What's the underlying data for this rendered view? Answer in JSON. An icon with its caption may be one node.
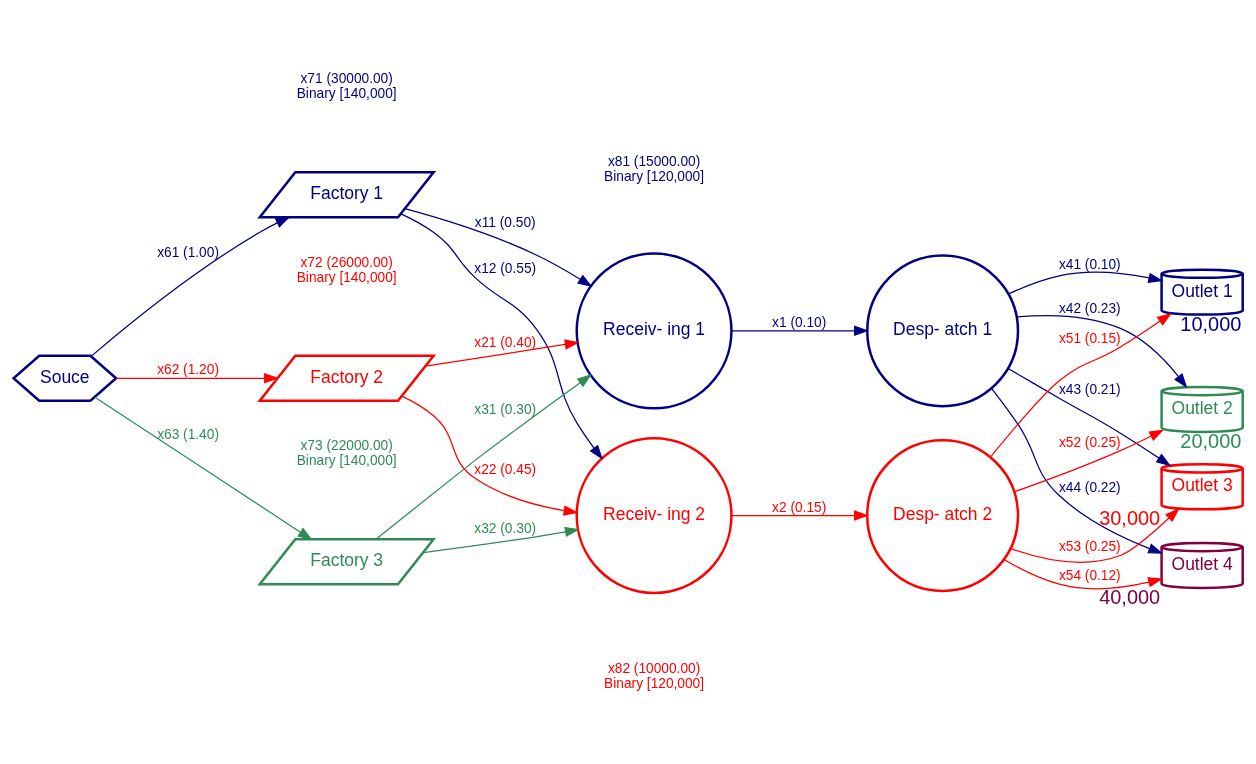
{
  "diagram": {
    "nodes": [
      {
        "text": [
          "Souce"
        ]
      },
      {
        "text": [
          "Factory 1"
        ],
        "beside": [
          "x71 (30000.00)",
          "Binary [140,000]"
        ]
      },
      {
        "text": [
          "Factory 2"
        ],
        "beside": [
          "x72 (26000.00)",
          "Binary [140,000]"
        ]
      },
      {
        "text": [
          "Factory 3"
        ],
        "beside": [
          "x73 (22000.00)",
          "Binary [140,000]"
        ]
      },
      {
        "text": [
          "Receiv- ing 1"
        ]
      },
      {
        "text": [
          "Receiv- ing 2"
        ]
      },
      {
        "text": [
          "Desp- atch 1"
        ]
      },
      {
        "text": [
          "Desp- atch 2"
        ]
      },
      {
        "text": [
          "Outlet 1"
        ],
        "beside": [
          "10,000"
        ]
      },
      {
        "text": [
          "Outlet 2"
        ],
        "beside": [
          "20,000"
        ]
      },
      {
        "text": [
          "Outlet 3"
        ],
        "beside": [
          "30,000"
        ]
      },
      {
        "text": [
          "Outlet 4"
        ],
        "beside": [
          "40,000"
        ]
      }
    ],
    "edges": [
      {
        "from": 0,
        "to": 1,
        "arrow": "to",
        "label": "x61 (1.00)"
      },
      {
        "from": 0,
        "to": 2,
        "arrow": "to",
        "label": "x62 (1.20)",
        "color": "#ff0000"
      },
      {
        "from": 0,
        "to": 3,
        "arrow": "to",
        "label": "x63 (1.40)",
        "color": "#2e8b57"
      },
      {
        "from": 1,
        "to": 4,
        "arrow": "to",
        "label": "x11 (0.50)"
      },
      {
        "from": 1,
        "to": 5,
        "arrow": "to",
        "label": "x12 (0.55)"
      },
      {
        "from": 2,
        "to": 4,
        "arrow": "to",
        "label": "x21 (0.40)",
        "color": "#ff0000"
      },
      {
        "from": 2,
        "to": 5,
        "arrow": "to",
        "label": "x22 (0.45)",
        "color": "#ff0000"
      },
      {
        "from": 3,
        "to": 4,
        "arrow": "to",
        "label": "x31 (0.30)",
        "color": "#2e8b57"
      },
      {
        "from": 3,
        "to": 5,
        "arrow": "to",
        "label": "x32 (0.30)",
        "color": "#2e8b57"
      },
      {
        "from": 4,
        "to": 6,
        "arrow": "to",
        "label": "x1 (0.10)"
      },
      {
        "from": 5,
        "to": 7,
        "arrow": "to",
        "label": "x2 (0.15)",
        "color": "#ff0000"
      },
      {
        "from": 6,
        "to": 8,
        "arrow": "to",
        "label": "x41 (0.10)"
      },
      {
        "from": 6,
        "to": 9,
        "arrow": "to",
        "label": "x42 (0.23)"
      },
      {
        "from": 6,
        "to": 10,
        "arrow": "to",
        "label": "x43 (0.21)"
      },
      {
        "from": 6,
        "to": 11,
        "arrow": "to",
        "label": "x44 (0.22)"
      },
      {
        "from": 7,
        "to": 8,
        "arrow": "to",
        "label": "x51 (0.15)",
        "color": "#ff0000"
      },
      {
        "from": 7,
        "to": 9,
        "arrow": "to",
        "label": "x52 (0.25)",
        "color": "#ff0000"
      },
      {
        "from": 7,
        "to": 10,
        "arrow": "to",
        "label": "x53 (0.25)",
        "color": "#ff0000"
      },
      {
        "from": 7,
        "to": 11,
        "arrow": "to",
        "label": "x54 (0.12)",
        "color": "#ff0000"
      }
    ],
    "labels": [
      "x81 (15000.00)",
      "Binary [120,000]",
      "x82 (10000.00)",
      "Binary [120,000]"
    ]
  }
}
